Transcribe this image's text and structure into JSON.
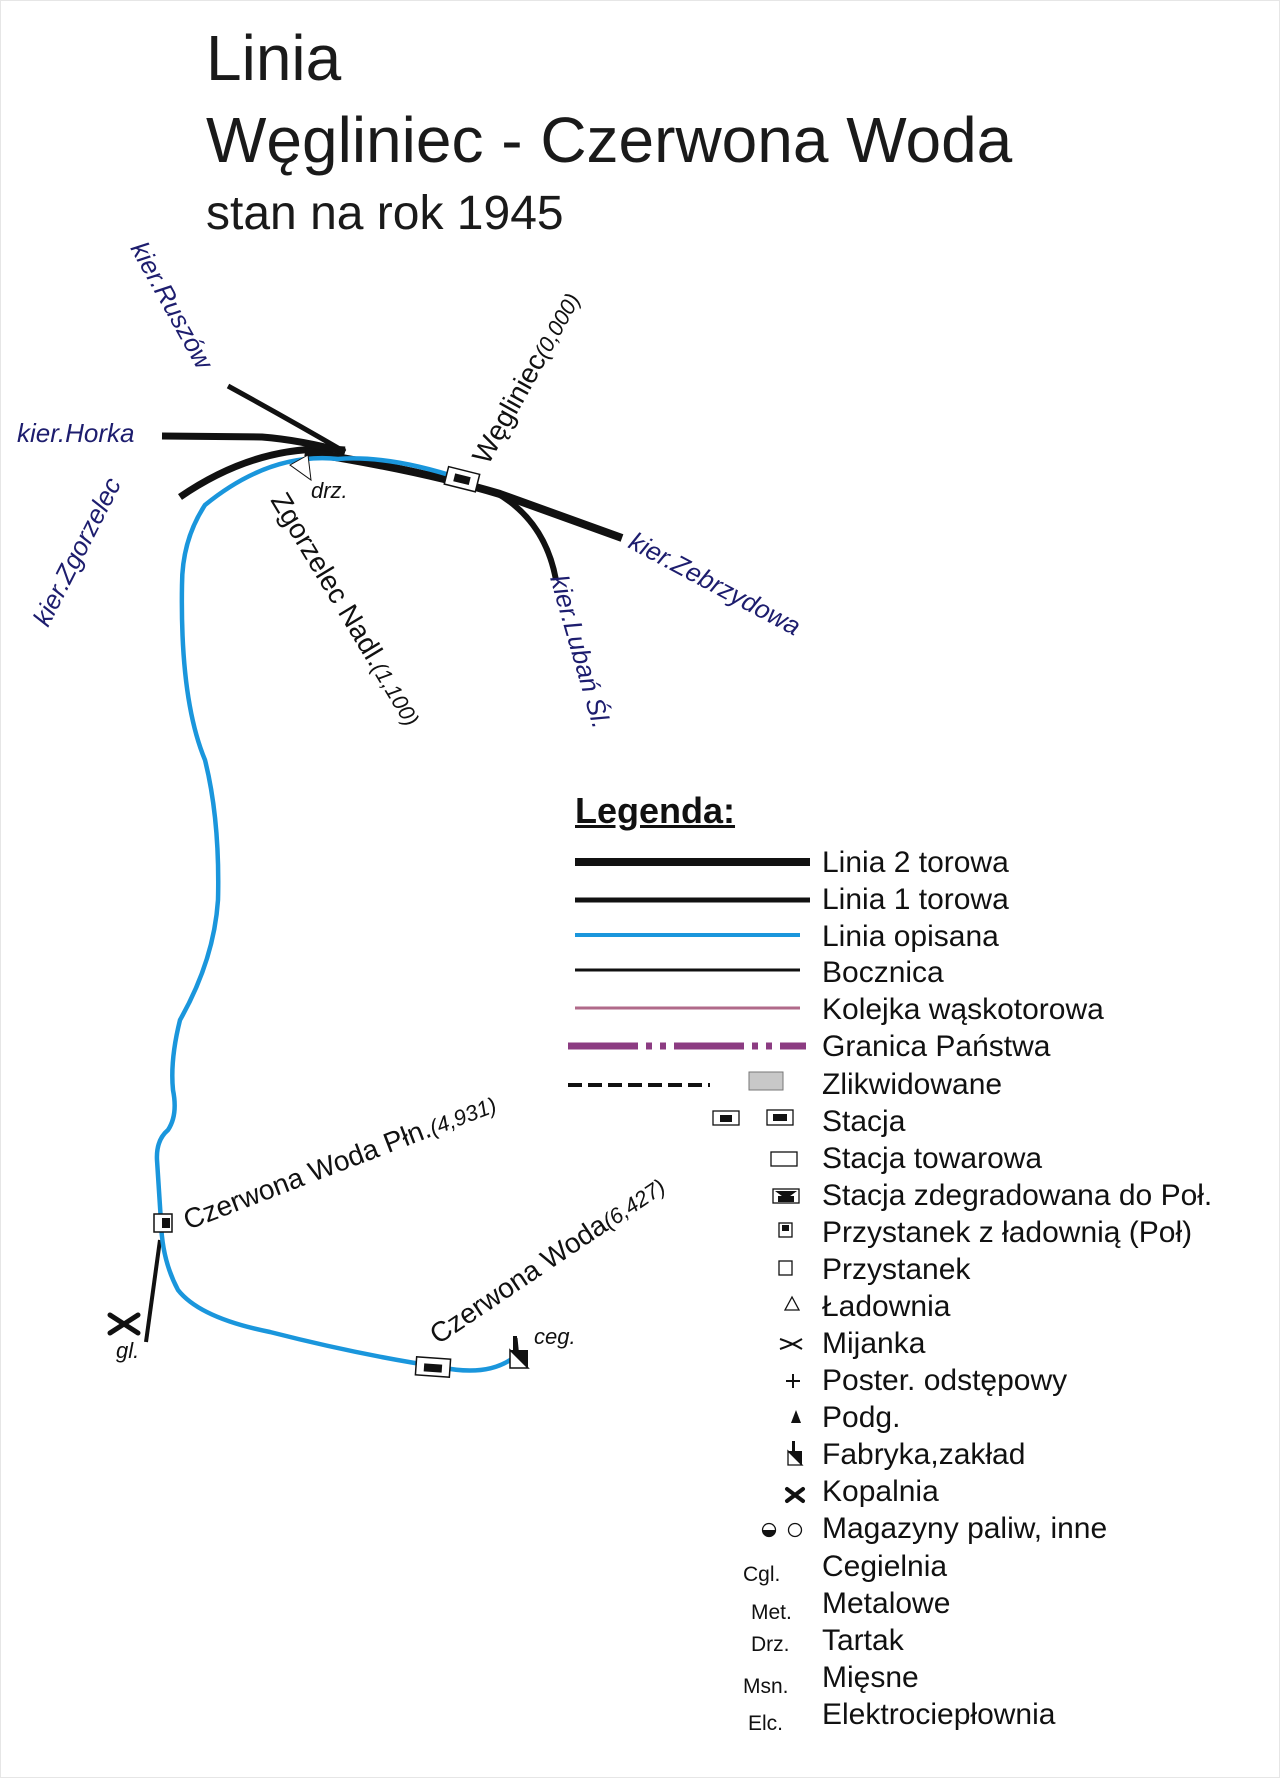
{
  "title": {
    "line1": "Linia",
    "line2": "Węgliniec - Czerwona Woda",
    "line3": "stan na rok 1945"
  },
  "map": {
    "directions": {
      "ruszow": "kier.Ruszów",
      "horka": "kier.Horka",
      "zgorzelec": "kier.Zgorzelec",
      "zebrzydowa": "kier.Zebrzydowa",
      "luban": "kier.Lubań Śl."
    },
    "stations": {
      "wegliniec": {
        "name": "Węgliniec",
        "km": "(0,000)"
      },
      "zgorzelec_nadl": {
        "name": "Zgorzelec Nadl.",
        "km": "(1,100)"
      },
      "cw_pln": {
        "name": "Czerwona Woda Płn.",
        "km": "(4,931)"
      },
      "cw": {
        "name": "Czerwona Woda",
        "km": "(6,427)"
      }
    },
    "annotations": {
      "drz": "drz.",
      "gl": "gl.",
      "ceg": "ceg."
    }
  },
  "legend": {
    "title": "Legenda:",
    "items": [
      "Linia 2 torowa",
      "Linia 1 torowa",
      "Linia opisana",
      "Bocznica",
      "Kolejka wąskotorowa",
      "Granica Państwa",
      "Zlikwidowane",
      "Stacja",
      "Stacja towarowa",
      "Stacja zdegradowana do Poł.",
      "Przystanek z ładownią (Poł)",
      "Przystanek",
      "Ładownia",
      "Mijanka",
      "Poster. odstępowy",
      "Podg.",
      "Fabryka,zakład",
      "Kopalnia",
      "Magazyny paliw, inne",
      "Cegielnia",
      "Metalowe",
      "Tartak",
      "Mięsne",
      "Elektrociepłownia"
    ],
    "abbreviations": {
      "cgl": "Cgl.",
      "met": "Met.",
      "drz": "Drz.",
      "msn": "Msn.",
      "elc": "Elc."
    }
  },
  "colors": {
    "described_line": "#1a96dc",
    "direction_text": "#1d1d6e",
    "narrow_gauge": "#b06a8a",
    "state_border": "#8c3c82",
    "track": "#111111"
  }
}
